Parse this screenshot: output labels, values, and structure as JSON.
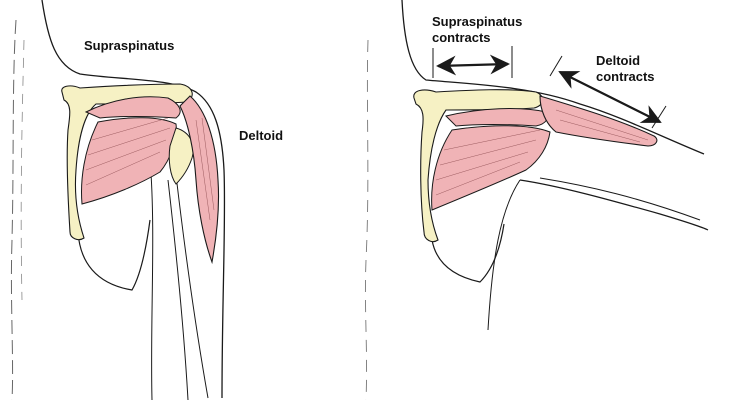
{
  "labels": {
    "left_supraspinatus": "Supraspinatus",
    "left_deltoid": "Deltoid",
    "right_supraspinatus_line1": "Supraspinatus",
    "right_supraspinatus_line2": "contracts",
    "right_deltoid_line1": "Deltoid",
    "right_deltoid_line2": "contracts"
  },
  "colors": {
    "muscle_fill": "#f0b3b6",
    "bone_fill": "#f6f1c4",
    "outline": "#1a1a1a",
    "label_text": "#111111"
  }
}
